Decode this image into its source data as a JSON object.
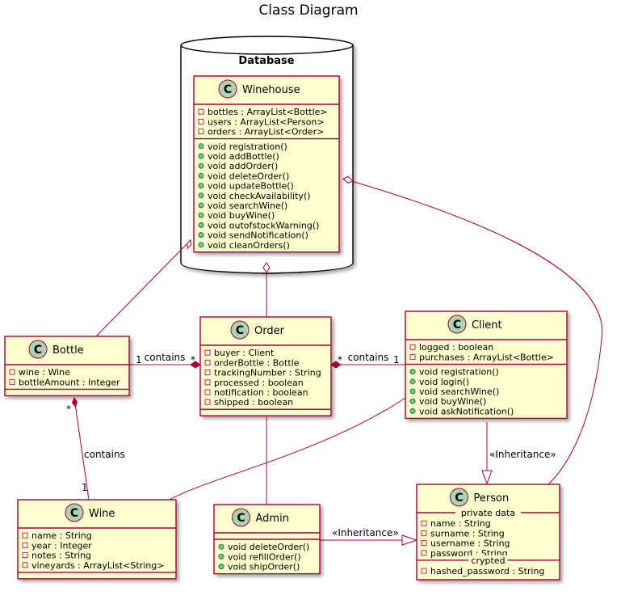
{
  "diagram": {
    "title": "Class Diagram",
    "package": "Database",
    "classes": {
      "winehouse": {
        "name": "Winehouse",
        "fields": [
          "bottles : ArrayList<Bottle>",
          "users : ArrayList<Person>",
          "orders : ArrayList<Order>"
        ],
        "methods": [
          "void registration()",
          "void addBottle()",
          "void addOrder()",
          "void deleteOrder()",
          "void updateBottle()",
          "void checkAvailability()",
          "void searchWine()",
          "void buyWine()",
          "void outofstockWarning()",
          "void sendNotification()",
          "void cleanOrders()"
        ]
      },
      "bottle": {
        "name": "Bottle",
        "fields": [
          "wine : Wine",
          "bottleAmount : Integer"
        ],
        "methods": []
      },
      "order": {
        "name": "Order",
        "fields": [
          "buyer : Client",
          "orderBottle : Bottle",
          "trackingNumber : String",
          "processed : boolean",
          "notification : boolean",
          "shipped : boolean"
        ],
        "methods": []
      },
      "client": {
        "name": "Client",
        "fields": [
          "logged : boolean",
          "purchases : ArrayList<Bottle>"
        ],
        "methods": [
          "void registration()",
          "void login()",
          "void searchWine()",
          "void buyWine()",
          "void askNotification()"
        ]
      },
      "wine": {
        "name": "Wine",
        "fields": [
          "name : String",
          "year : Integer",
          "notes : String",
          "vineyards : ArrayList<String>"
        ],
        "methods": []
      },
      "admin": {
        "name": "Admin",
        "fields": [],
        "methods": [
          "void deleteOrder()",
          "void refillOrder()",
          "void shipOrder()"
        ]
      },
      "person": {
        "name": "Person",
        "section_private": "private data",
        "fields_private": [
          "name : String",
          "surname : String",
          "username : String",
          "password : String"
        ],
        "section_crypted": "crypted",
        "fields_crypted": [
          "hashed_password : String"
        ]
      }
    },
    "relations": {
      "bottle_order": {
        "label": "contains",
        "from_mult": "1",
        "to_mult": "*"
      },
      "order_client": {
        "label": "contains",
        "from_mult": "*",
        "to_mult": "1"
      },
      "bottle_wine": {
        "label": "contains",
        "from_mult": "*",
        "to_mult": "1"
      },
      "client_person": {
        "label": "«Inheritance»"
      },
      "admin_person": {
        "label": "«Inheritance»"
      }
    },
    "colors": {
      "class_fill": "#FEFECE",
      "class_border": "#A80036",
      "line": "#A80036",
      "circle_fill": "#ADD1B2",
      "field_marker": "#ffffff",
      "method_marker": "#84BE84",
      "package_fill": "#ffffff"
    }
  }
}
